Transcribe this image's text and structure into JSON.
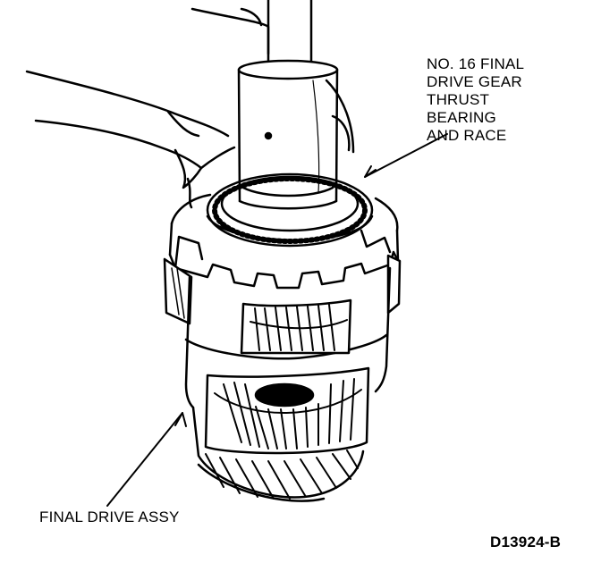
{
  "labels": {
    "bearing_lines": [
      "NO. 16 FINAL",
      "DRIVE GEAR",
      "THRUST",
      "BEARING",
      "AND RACE"
    ],
    "assembly": "FINAL DRIVE ASSY",
    "figure_code": "D13924-B"
  },
  "colors": {
    "ink": "#000000",
    "paper": "#ffffff"
  }
}
